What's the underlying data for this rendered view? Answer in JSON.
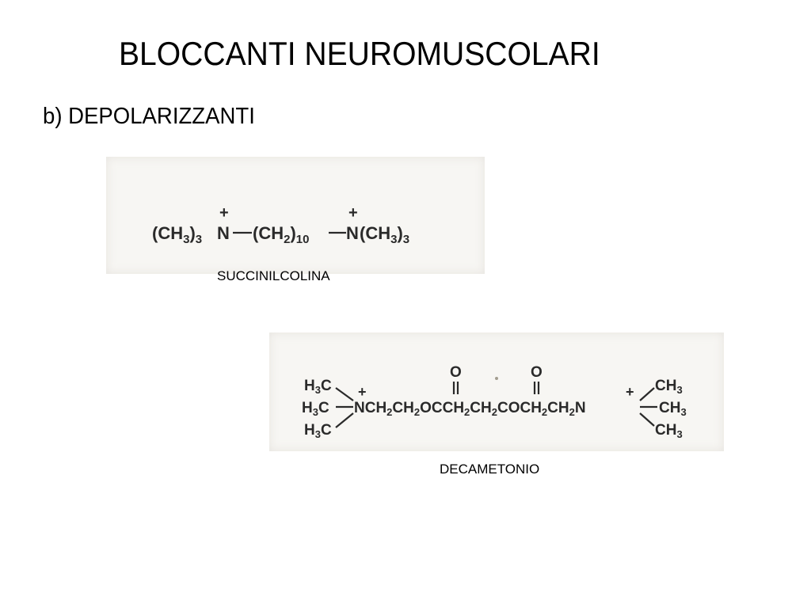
{
  "slide": {
    "title": "BLOCCANTI NEUROMUSCOLARI",
    "subtitle": "b) DEPOLARIZZANTI"
  },
  "structures": [
    {
      "formula": {
        "left_group": "(CH3)3",
        "nitrogen_left": "N",
        "chain": "(CH2)10",
        "nitrogen_right": "N",
        "right_group": "(CH3)3",
        "charge": "+"
      },
      "caption": "SUCCINILCOLINA"
    },
    {
      "formula": {
        "methyl_left": "H3C",
        "backbone": "NCH2CH2OCCH2CH2COCH2CH2N",
        "methyl_right": "CH3",
        "oxygen": "O",
        "charge": "+"
      },
      "caption": "DECAMETONIO"
    }
  ]
}
